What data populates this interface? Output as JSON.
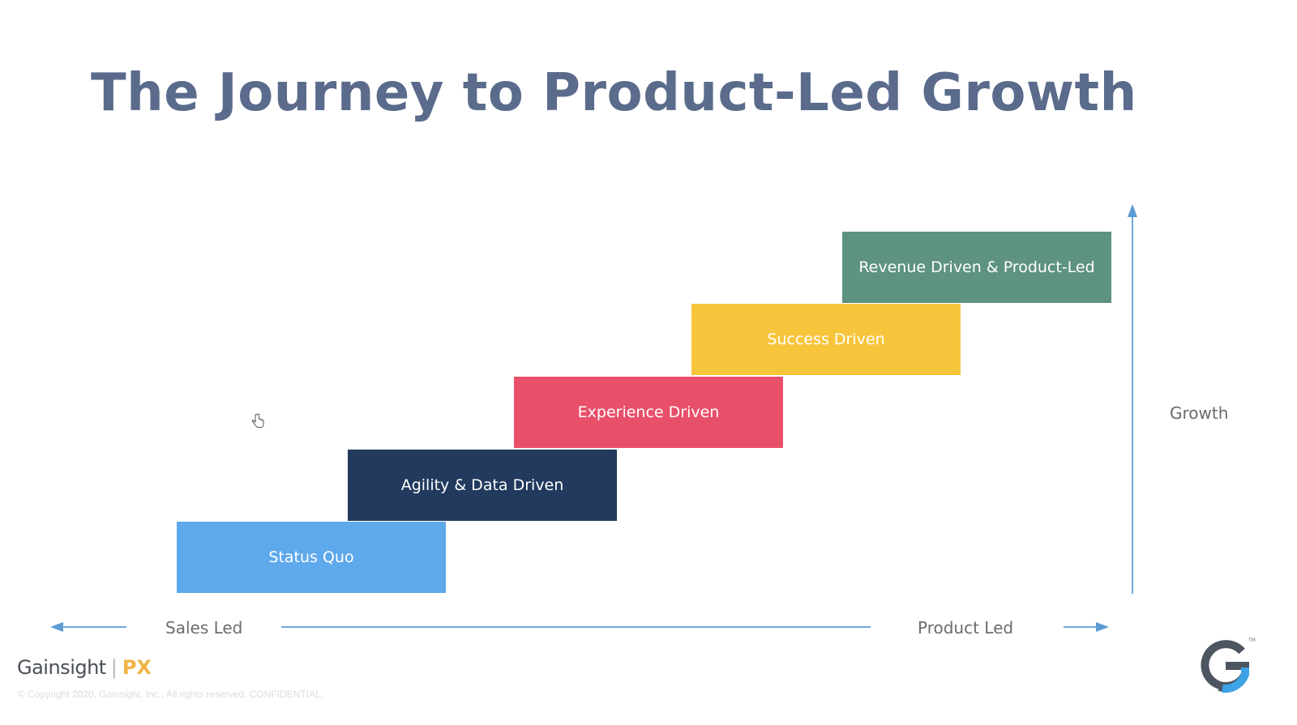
{
  "slide": {
    "title": "The Journey to Product-Led Growth"
  },
  "steps": [
    {
      "label": "Status Quo",
      "color": "#5ea8ec"
    },
    {
      "label": "Agility & Data Driven",
      "color": "#213a5e"
    },
    {
      "label": "Experience Driven",
      "color": "#e8506a"
    },
    {
      "label": "Success Driven",
      "color": "#f7c53c"
    },
    {
      "label": "Revenue Driven & Product-Led",
      "color": "#5e9281"
    }
  ],
  "axes": {
    "x_left_label": "Sales Led",
    "x_right_label": "Product Led",
    "y_label": "Growth",
    "arrow_color": "#5b9bd5"
  },
  "footer": {
    "brand": "Gainsight",
    "product": "PX",
    "separator": "|",
    "copyright": "© Copyright 2020, Gainsight, Inc., All rights reserved. CONFIDENTIAL."
  },
  "icons": {
    "corner_logo": "gainsight-g-logo",
    "cursor": "hand-pointer-cursor"
  }
}
